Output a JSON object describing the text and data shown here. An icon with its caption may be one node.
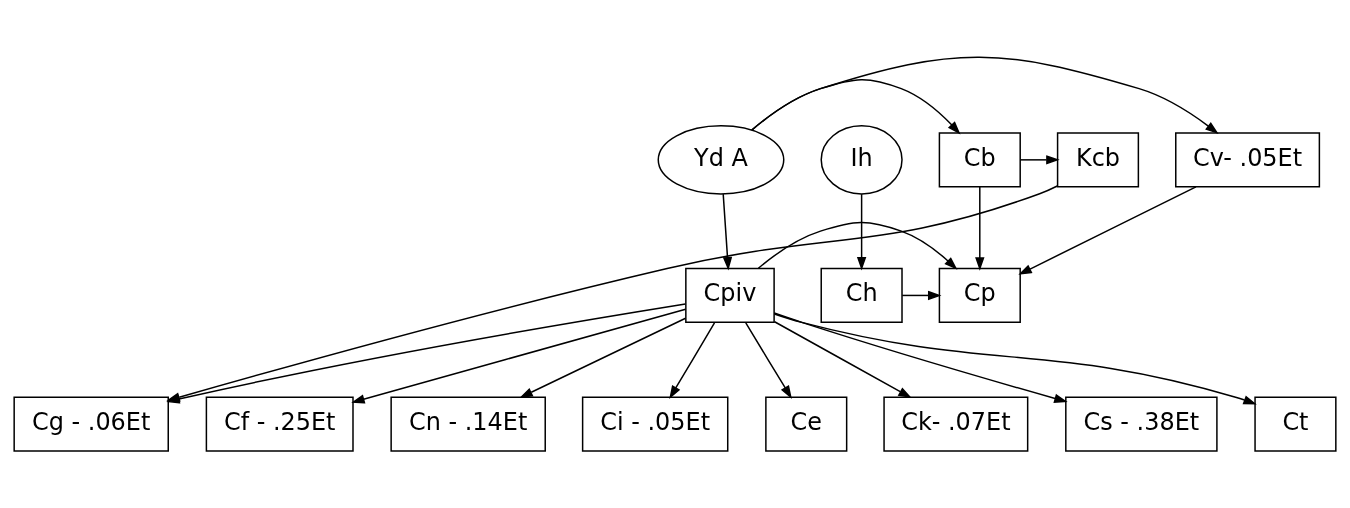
{
  "diagram": {
    "nodes": [
      {
        "text": [
          "Kcb"
        ]
      },
      {
        "text": [
          "Cb"
        ]
      },
      {
        "text": [
          "Cv- .05Et"
        ]
      },
      {
        "text": [
          "Yd A"
        ]
      },
      {
        "text": [
          "Ih"
        ]
      },
      {
        "text": [
          "Cp"
        ]
      },
      {
        "text": [
          "Cpiv"
        ]
      },
      {
        "text": [
          "Ch"
        ]
      },
      {
        "text": [
          "Cf - .25Et"
        ]
      },
      {
        "text": [
          "Cn - .14Et"
        ]
      },
      {
        "text": [
          "Ci - .05Et"
        ]
      },
      {
        "text": [
          "Ce"
        ]
      },
      {
        "text": [
          "Cg - .06Et"
        ]
      },
      {
        "text": [
          "Ck- .07Et"
        ]
      },
      {
        "text": [
          "Cs - .38Et"
        ]
      },
      {
        "text": [
          "Ct"
        ]
      }
    ],
    "edges": [
      {
        "from": 3,
        "to": 1,
        "arrow": "to"
      },
      {
        "from": 3,
        "to": 2,
        "arrow": "to"
      },
      {
        "from": 1,
        "to": 0,
        "arrow": "to"
      },
      {
        "from": 1,
        "to": 5,
        "arrow": "to"
      },
      {
        "from": 2,
        "to": 5,
        "arrow": "to"
      },
      {
        "from": 3,
        "to": 6,
        "arrow": "to"
      },
      {
        "from": 7,
        "to": 5,
        "arrow": "to"
      },
      {
        "from": 4,
        "to": 7,
        "arrow": "to"
      },
      {
        "from": 6,
        "to": 5,
        "arrow": "to"
      },
      {
        "from": 6,
        "to": 8,
        "arrow": "to"
      },
      {
        "from": 6,
        "to": 9,
        "arrow": "to"
      },
      {
        "from": 6,
        "to": 10,
        "arrow": "to"
      },
      {
        "from": 6,
        "to": 11,
        "arrow": "to"
      },
      {
        "from": 6,
        "to": 12,
        "arrow": "to"
      },
      {
        "from": 6,
        "to": 13,
        "arrow": "to"
      },
      {
        "from": 6,
        "to": 14,
        "arrow": "to"
      },
      {
        "from": 6,
        "to": 15,
        "arrow": "to"
      },
      {
        "from": 0,
        "to": 12,
        "arrow": "to"
      }
    ]
  }
}
